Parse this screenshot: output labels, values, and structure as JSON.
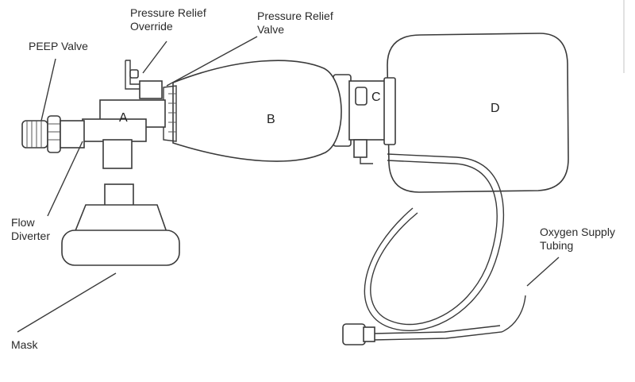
{
  "labels": {
    "peep_valve": "PEEP Valve",
    "relief_override_line1": "Pressure Relief",
    "relief_override_line2": "Override",
    "relief_valve_line1": "Pressure Relief",
    "relief_valve_line2": "Valve",
    "flow_diverter_line1": "Flow",
    "flow_diverter_line2": "Diverter",
    "mask": "Mask",
    "oxygen_tubing_line1": "Oxygen Supply",
    "oxygen_tubing_line2": "Tubing"
  },
  "parts": {
    "a": "A",
    "b": "B",
    "c": "C",
    "d": "D"
  }
}
